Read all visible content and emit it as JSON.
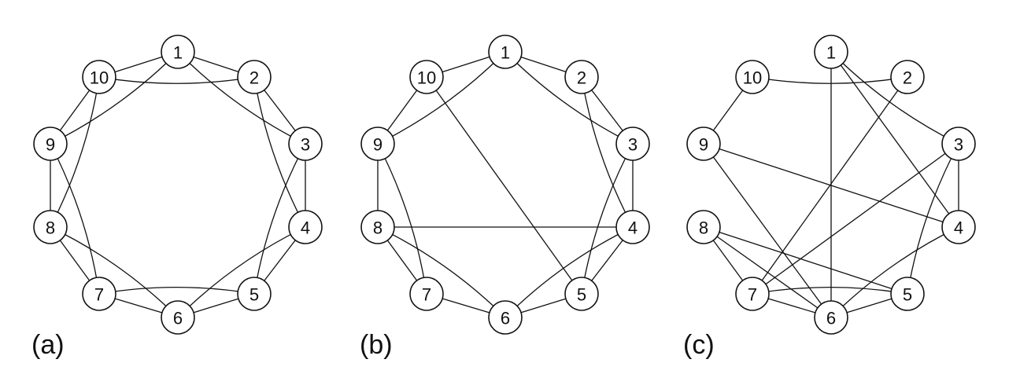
{
  "panels": [
    {
      "label": "(a)",
      "nodes": [
        "1",
        "2",
        "3",
        "4",
        "5",
        "6",
        "7",
        "8",
        "9",
        "10"
      ],
      "edges": [
        [
          "1",
          "10",
          "s"
        ],
        [
          "1",
          "2",
          "s"
        ],
        [
          "1",
          "9",
          "c"
        ],
        [
          "1",
          "3",
          "c"
        ],
        [
          "10",
          "2",
          "c"
        ],
        [
          "10",
          "9",
          "s"
        ],
        [
          "10",
          "8",
          "c"
        ],
        [
          "2",
          "3",
          "s"
        ],
        [
          "2",
          "4",
          "c"
        ],
        [
          "3",
          "4",
          "s"
        ],
        [
          "3",
          "5",
          "c"
        ],
        [
          "4",
          "5",
          "s"
        ],
        [
          "4",
          "6",
          "c"
        ],
        [
          "9",
          "8",
          "s"
        ],
        [
          "9",
          "7",
          "c"
        ],
        [
          "8",
          "7",
          "s"
        ],
        [
          "8",
          "6",
          "c"
        ],
        [
          "7",
          "6",
          "s"
        ],
        [
          "7",
          "5",
          "c"
        ],
        [
          "6",
          "5",
          "s"
        ]
      ]
    },
    {
      "label": "(b)",
      "nodes": [
        "1",
        "2",
        "3",
        "4",
        "5",
        "6",
        "7",
        "8",
        "9",
        "10"
      ],
      "edges": [
        [
          "1",
          "10",
          "s"
        ],
        [
          "1",
          "2",
          "s"
        ],
        [
          "1",
          "9",
          "c"
        ],
        [
          "1",
          "3",
          "c"
        ],
        [
          "10",
          "9",
          "s"
        ],
        [
          "10",
          "5",
          "s"
        ],
        [
          "2",
          "3",
          "s"
        ],
        [
          "2",
          "4",
          "c"
        ],
        [
          "3",
          "4",
          "s"
        ],
        [
          "3",
          "5",
          "c"
        ],
        [
          "4",
          "5",
          "s"
        ],
        [
          "4",
          "6",
          "c"
        ],
        [
          "8",
          "4",
          "s"
        ],
        [
          "9",
          "8",
          "s"
        ],
        [
          "9",
          "7",
          "c"
        ],
        [
          "8",
          "7",
          "s"
        ],
        [
          "8",
          "6",
          "c"
        ],
        [
          "6",
          "7",
          "s"
        ],
        [
          "6",
          "5",
          "s"
        ]
      ]
    },
    {
      "label": "(c)",
      "nodes": [
        "1",
        "2",
        "3",
        "4",
        "5",
        "6",
        "7",
        "8",
        "9",
        "10"
      ],
      "edges": [
        [
          "1",
          "6",
          "s"
        ],
        [
          "1",
          "3",
          "c"
        ],
        [
          "1",
          "4",
          "s"
        ],
        [
          "10",
          "9",
          "s"
        ],
        [
          "10",
          "2",
          "c"
        ],
        [
          "2",
          "7",
          "s"
        ],
        [
          "3",
          "4",
          "s"
        ],
        [
          "3",
          "7",
          "s"
        ],
        [
          "3",
          "5",
          "c"
        ],
        [
          "9",
          "4",
          "s"
        ],
        [
          "9",
          "6",
          "s"
        ],
        [
          "4",
          "6",
          "c"
        ],
        [
          "8",
          "7",
          "s"
        ],
        [
          "8",
          "5",
          "s"
        ],
        [
          "8",
          "6",
          "s"
        ],
        [
          "7",
          "6",
          "s"
        ],
        [
          "7",
          "5",
          "c"
        ],
        [
          "6",
          "5",
          "s"
        ]
      ]
    }
  ]
}
